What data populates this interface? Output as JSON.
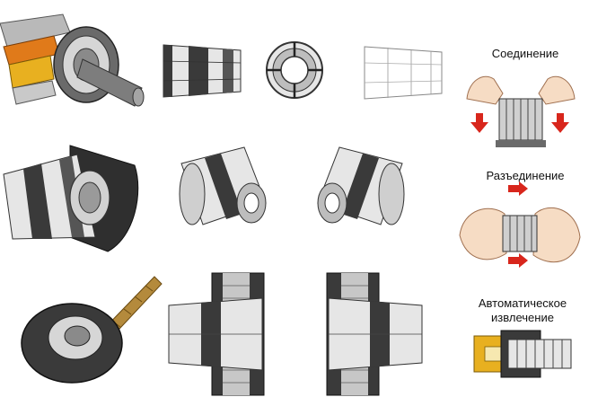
{
  "labels": {
    "connect": "Соединение",
    "disconnect": "Разъединение",
    "auto_line1": "Автоматическое",
    "auto_line2": "извлечение"
  },
  "colors": {
    "steel_dark": "#3a3a3a",
    "steel_mid": "#8a8a8a",
    "steel_light": "#e6e6e6",
    "brass": "#e8b020",
    "orange": "#e07a1a",
    "red_arrow": "#d8261c",
    "skin": "#f6dcc4",
    "thread": "#b48a3c"
  },
  "icons": [
    "collet-holder-cutaway-icon",
    "collet-side-icon",
    "collet-end-view-icon",
    "collet-outline-icon",
    "connect-hands-icon",
    "collet-nut-cutaway-icon",
    "collet-3d-left-icon",
    "collet-3d-right-icon",
    "disconnect-hands-icon",
    "nut-with-drill-icon",
    "collet-in-nut-section-left-icon",
    "collet-in-nut-section-right-icon",
    "auto-eject-section-icon"
  ]
}
